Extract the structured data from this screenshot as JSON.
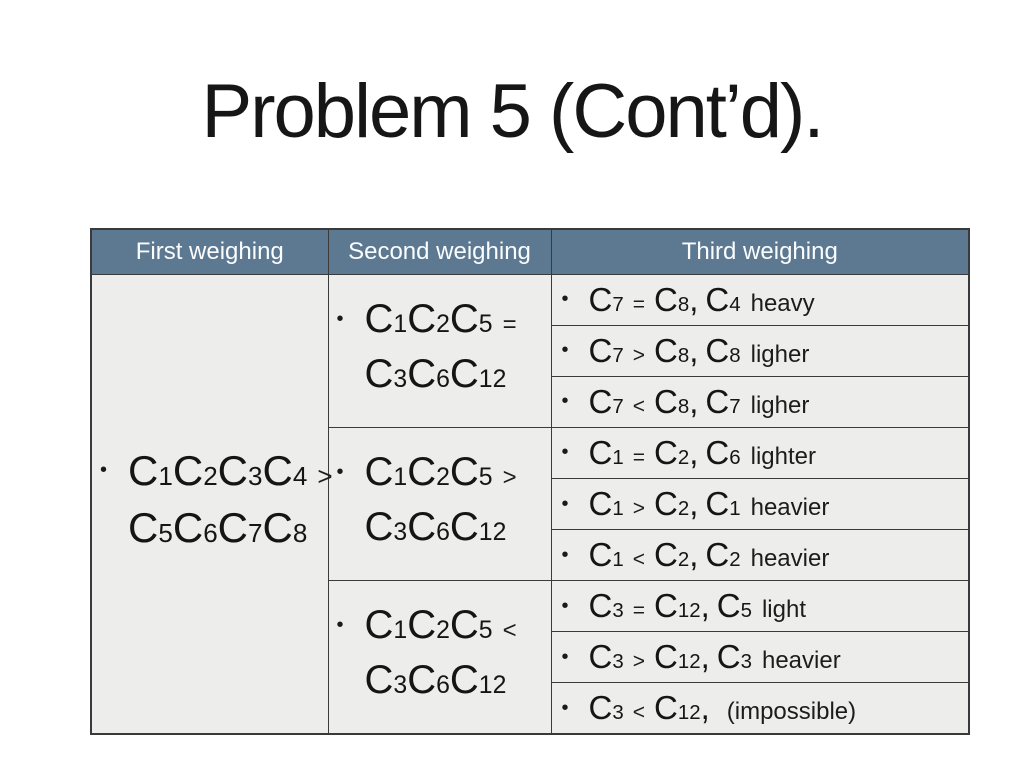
{
  "title": "Problem 5 (Cont’d).",
  "colors": {
    "header_bg": "#5d7992",
    "header_text": "#fafcfd",
    "cell_bg": "#ededec",
    "border": "#3a3a3a"
  },
  "bullet_char": "•",
  "table": {
    "headers": [
      "First weighing",
      "Second weighing",
      "Third weighing"
    ],
    "first_weighing": {
      "lines": [
        "C1C2C3C4 >",
        "C5C6C7C8"
      ]
    },
    "second_weighing": [
      {
        "lines": [
          "C1C2C5 =",
          "C3C6C12"
        ]
      },
      {
        "lines": [
          "C1C2C5 >",
          "C3C6C12"
        ]
      },
      {
        "lines": [
          "C1C2C5 <",
          "C3C6C12"
        ]
      }
    ],
    "third_weighing": [
      "C7 = C8, C4 heavy",
      "C7 > C8, C8 ligher",
      "C7 < C8, C7 ligher",
      "C1 = C2, C6 lighter",
      "C1 > C2, C1 heavier",
      "C1 < C2, C2 heavier",
      "C3 = C12, C5 light",
      "C3 > C12, C3 heavier",
      "C3 < C12, (impossible)"
    ]
  }
}
